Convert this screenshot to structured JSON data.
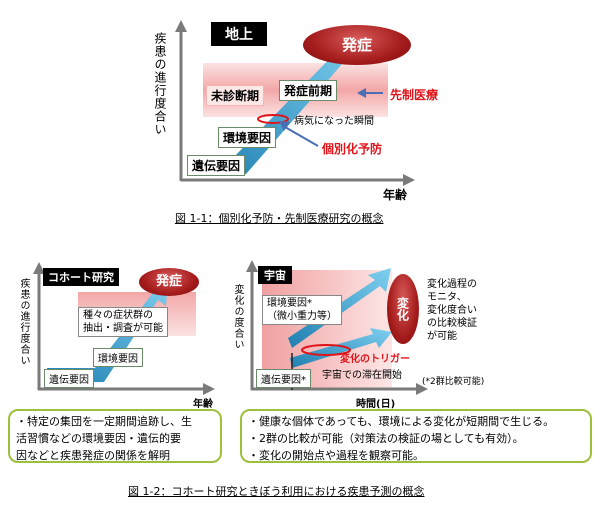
{
  "fig1": {
    "tag": "地上",
    "y_label": "疾患の進行度合い",
    "x_label": "年齢",
    "onset": "発症",
    "undiagnosed": "未診断期",
    "pre_onset": "発症前期",
    "sick_moment": "病気になった瞬間",
    "env_factor": "環境要因",
    "gene_factor": "遺伝要因",
    "preemptive": "先制医療",
    "personalized": "個別化予防",
    "caption": "図 1-1：個別化予防・先制医療研究の概念"
  },
  "fig2a": {
    "tag": "コホート研究",
    "y_label": "疾患の進行度合い",
    "x_label": "年齢",
    "onset": "発症",
    "symptoms_line1": "種々の症状群の",
    "symptoms_line2": "抽出・調査が可能",
    "env_factor": "環境要因",
    "gene_factor": "遺伝要因"
  },
  "fig2b": {
    "tag": "宇宙",
    "y_label": "変化の度合い",
    "x_label": "時間(日)",
    "change": "変化",
    "env_line1": "環境要因*",
    "env_line2": "（微小重力等）",
    "trigger": "変化のトリガー",
    "stay_start": "宇宙での滞在開始",
    "gene_factor": "遺伝要因*",
    "note": "(*2群比較可能)",
    "monitor_lines": [
      "変化過程の",
      "モニタ、",
      "変化度合い",
      "の比較検証",
      "が可能"
    ]
  },
  "note_left": [
    "・特定の集団を一定期間追跡し、生",
    "活習慣などの環境要因・遺伝的要",
    "因などと疾患発症の関係を解明"
  ],
  "note_right": [
    "・健康な個体であっても、環境による変化が短期間で生じる。",
    "・2群の比較が可能（対策法の検証の場としても有効）。",
    "・変化の開始点や過程を観察可能。"
  ],
  "caption2": "図 1-2：コホート研究ときぼう利用における疾患予測の概念",
  "colors": {
    "accent_red": "#e0151b",
    "arrow_blue": "#3fa6d6",
    "band_pink": "#f3b5b5",
    "green_border": "#9cc03a",
    "ellipse_red": "#a51c1c"
  }
}
